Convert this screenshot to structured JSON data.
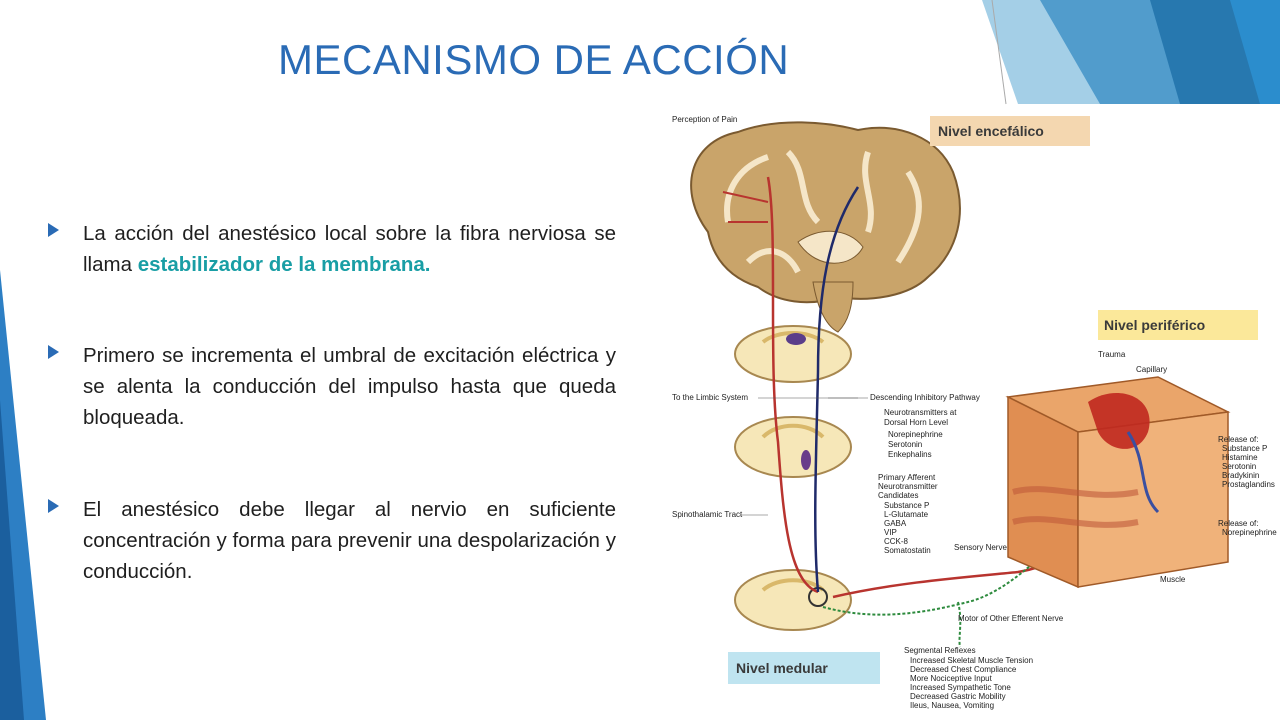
{
  "title": "MECANISMO DE ACCIÓN",
  "bullets": [
    {
      "text": "La acción del anestésico local sobre la fibra nerviosa se llama ",
      "highlight": "estabilizador de la membrana."
    },
    {
      "text": "Primero se incrementa el umbral de excitación eléctrica y  se alenta la conducción del impulso hasta que queda bloqueada."
    },
    {
      "text": "El anestésico debe llegar al nervio en suficiente concentración y forma para prevenir una despolarización y conducción."
    }
  ],
  "diagram": {
    "perception": "Perception of Pain",
    "nivel_encefalico": "Nivel encefálico",
    "nivel_periferico": "Nivel periférico",
    "nivel_medular": "Nivel medular",
    "limbic": "To the Limbic System",
    "descending": "Descending Inhibitory Pathway",
    "neuro_dorsal": [
      "Neurotransmitters at",
      "Dorsal Horn Level",
      "Norepinephrine",
      "Serotonin",
      "Enkephalins"
    ],
    "primary_afferent": [
      "Primary Afferent",
      "Neurotransmitter",
      "Candidates",
      "Substance P",
      "L-Glutamate",
      "GABA",
      "VIP",
      "CCK-8",
      "Somatostatin"
    ],
    "spinothalamic": "Spinothalamic Tract",
    "sensory": "Sensory Nerve",
    "motor": "Motor of Other Efferent Nerve",
    "trauma": "Trauma",
    "capillary": "Capillary",
    "release1": [
      "Release of:",
      "Substance P",
      "Histamine",
      "Serotonin",
      "Bradykinin",
      "Prostaglandins"
    ],
    "release2": [
      "Release of:",
      "Norepinephrine"
    ],
    "muscle": "Muscle",
    "segmental": [
      "Segmental Reflexes",
      "Increased Skeletal Muscle Tension",
      "Decreased Chest Compliance",
      "More Nociceptive Input",
      "Increased Sympathetic Tone",
      "Decreased Gastric Mobility",
      "Ileus, Nausea, Vomiting"
    ]
  }
}
